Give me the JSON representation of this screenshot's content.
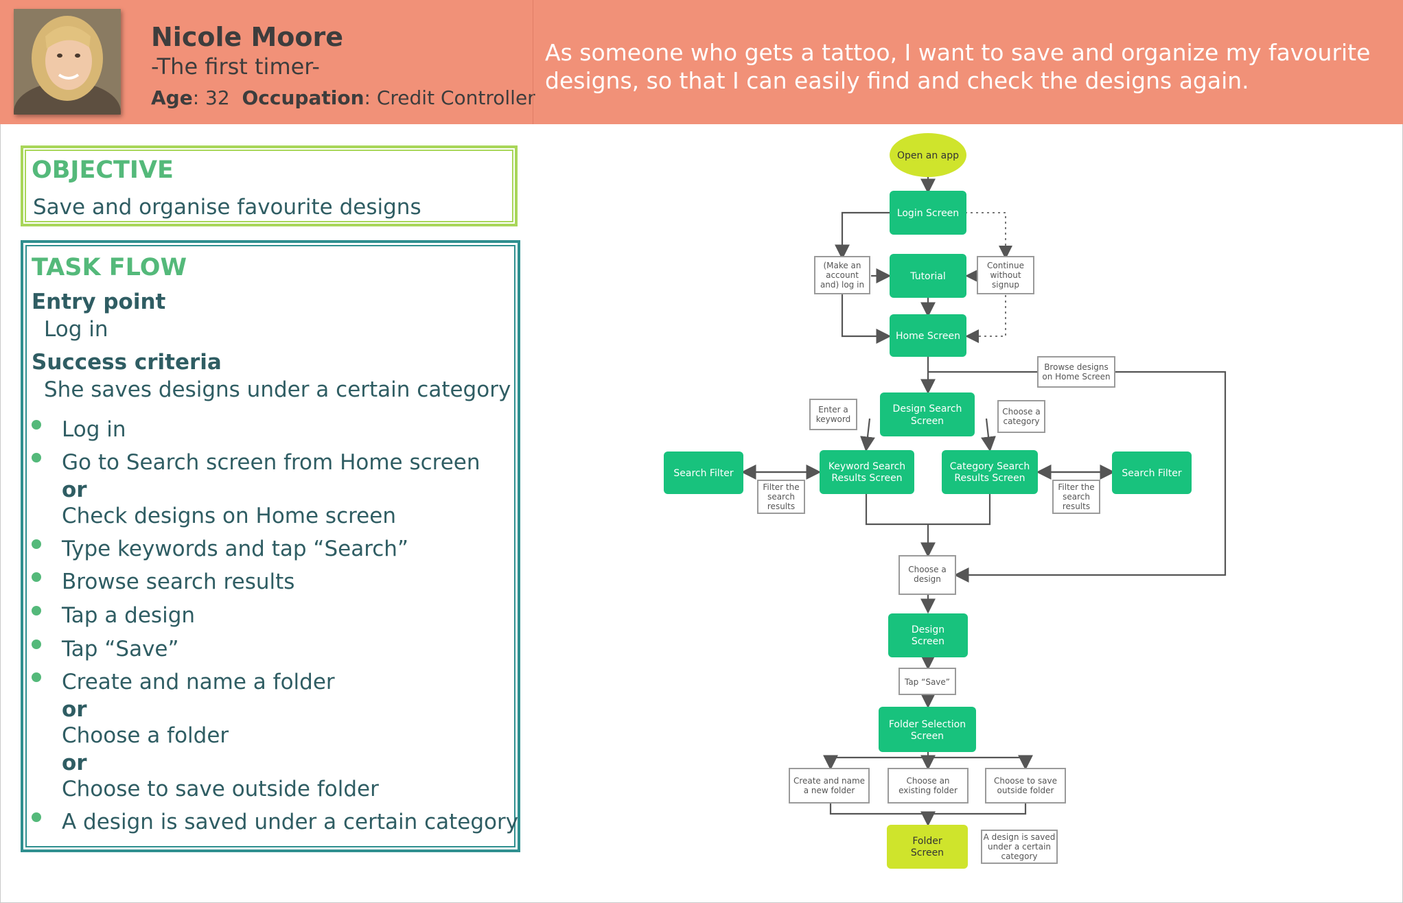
{
  "persona": {
    "name": "Nicole Moore",
    "tagline": "-The first timer-",
    "age_label": "Age",
    "age_value": ": 32",
    "occupation_label": "Occupation",
    "occupation_value": ": Credit Controller",
    "story": "As someone who gets a tattoo, I want to save and organize my favourite designs, so that I can easily find and check the designs again."
  },
  "objective": {
    "title": "OBJECTIVE",
    "text": "Save and organise favourite designs"
  },
  "task_flow": {
    "title": "TASK FLOW",
    "entry_label": "Entry point",
    "entry_value": "Log in",
    "success_label": "Success criteria",
    "success_value": "She saves designs under a certain category",
    "or_label": "or",
    "steps": [
      "Log in",
      "Go to Search screen from Home screen",
      "Check designs on Home screen",
      "Type keywords and tap “Search”",
      "Browse search results",
      "Tap a design",
      "Tap “Save”",
      "Create and name a folder",
      "Choose a folder",
      "Choose to save outside folder",
      "A design is saved under a certain category"
    ]
  },
  "diagram": {
    "nodes": {
      "open_app": "Open an app",
      "login": "Login Screen",
      "tutorial": "Tutorial",
      "home": "Home Screen",
      "design_search": [
        "Design Search",
        "Screen"
      ],
      "search_filter_left": "Search Filter",
      "keyword_results": [
        "Keyword Search",
        "Results Screen"
      ],
      "category_results": [
        "Category Search",
        "Results Screen"
      ],
      "search_filter_right": "Search Filter",
      "design_screen": [
        "Design",
        "Screen"
      ],
      "folder_selection": [
        "Folder Selection",
        "Screen"
      ],
      "folder_screen": [
        "Folder",
        "Screen"
      ]
    },
    "notes": {
      "make_account": [
        "(Make an",
        "account",
        "and) log in"
      ],
      "continue_without": [
        "Continue",
        "without",
        "signup"
      ],
      "browse_home": [
        "Browse designs",
        "on Home Screen"
      ],
      "enter_keyword": [
        "Enter a",
        "keyword"
      ],
      "choose_category": [
        "Choose a",
        "category"
      ],
      "filter_left": [
        "Filter the",
        "search",
        "results"
      ],
      "filter_right": [
        "Filter the",
        "search",
        "results"
      ],
      "choose_design": [
        "Choose a",
        "design"
      ],
      "tap_save": "Tap “Save”",
      "create_folder": [
        "Create and name",
        "a new folder"
      ],
      "choose_existing": [
        "Choose an",
        "existing folder"
      ],
      "save_outside": [
        "Choose to save",
        "outside folder"
      ],
      "saved_category": [
        "A design is saved",
        "under a certain",
        "category"
      ]
    },
    "colors": {
      "header": "#f19178",
      "node_green": "#18c27d",
      "node_lime": "#cfe42c",
      "objective_border": "#a9d65a",
      "taskflow_border": "#2f8f8f",
      "title_green": "#54b97a",
      "text_teal": "#2f5d63"
    }
  }
}
